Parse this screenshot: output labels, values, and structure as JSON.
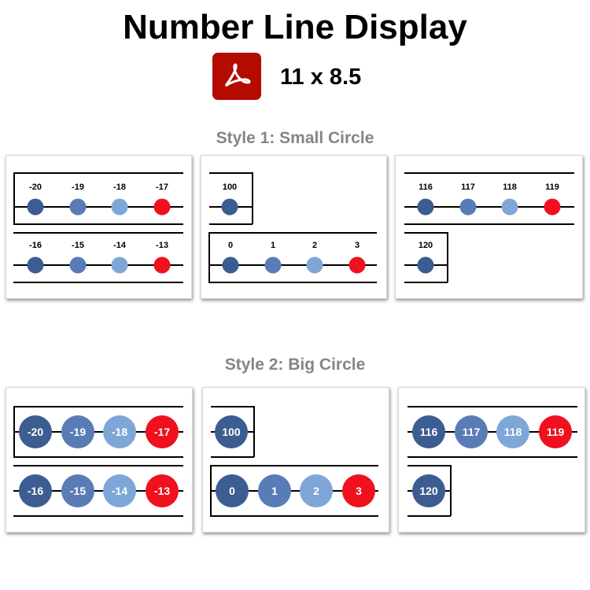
{
  "title": "Number Line Display",
  "format": {
    "icon": "pdf-icon",
    "size": "11 x 8.5"
  },
  "colors": [
    "#3c5d91",
    "#5a7cb6",
    "#7ea7d8",
    "#f0101e"
  ],
  "styles": [
    {
      "label": "Style 1: Small Circle",
      "circle": "small",
      "panels": [
        {
          "rows": [
            [
              "-20",
              "-19",
              "-18",
              "-17"
            ],
            [
              "-16",
              "-15",
              "-14",
              "-13"
            ]
          ]
        },
        {
          "rows": [
            [
              "100"
            ],
            [
              "0",
              "1",
              "2",
              "3"
            ]
          ]
        },
        {
          "rows": [
            [
              "116",
              "117",
              "118",
              "119"
            ],
            [
              "120"
            ]
          ]
        }
      ]
    },
    {
      "label": "Style 2: Big Circle",
      "circle": "big",
      "panels": [
        {
          "rows": [
            [
              "-20",
              "-19",
              "-18",
              "-17"
            ],
            [
              "-16",
              "-15",
              "-14",
              "-13"
            ]
          ]
        },
        {
          "rows": [
            [
              "100"
            ],
            [
              "0",
              "1",
              "2",
              "3"
            ]
          ]
        },
        {
          "rows": [
            [
              "116",
              "117",
              "118",
              "119"
            ],
            [
              "120"
            ]
          ]
        }
      ]
    }
  ]
}
